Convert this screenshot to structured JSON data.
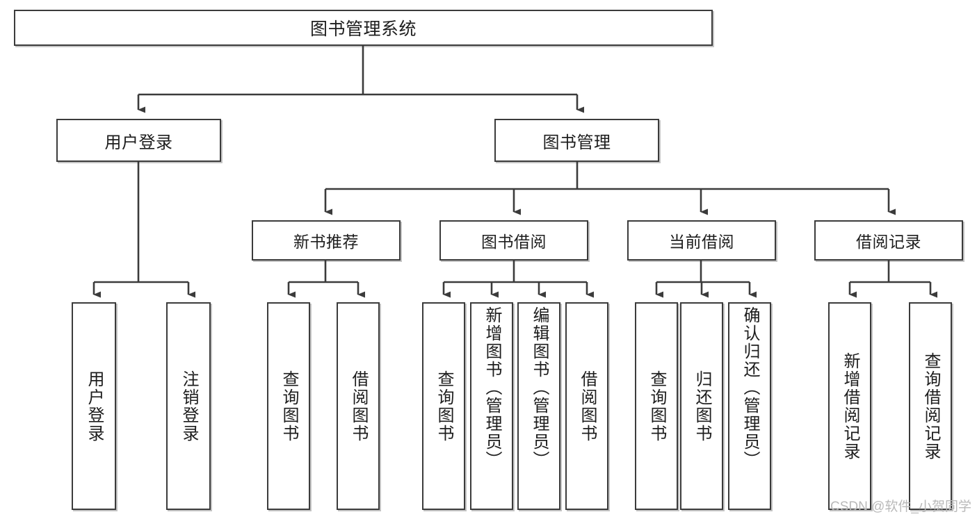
{
  "diagram": {
    "type": "hierarchy-tree",
    "title": "图书管理系统",
    "colors": {
      "box_border": "#3b3b3b",
      "box_fill": "#ffffff",
      "line": "#3b3b3b",
      "background": "#ffffff",
      "watermark": "#b9b9b9"
    },
    "root": {
      "label": "图书管理系统"
    },
    "level2": [
      {
        "label": "用户登录"
      },
      {
        "label": "图书管理"
      }
    ],
    "level3": [
      {
        "label": "新书推荐"
      },
      {
        "label": "图书借阅"
      },
      {
        "label": "当前借阅"
      },
      {
        "label": "借阅记录"
      }
    ],
    "leaves": {
      "user_login": [
        {
          "label": "用户登录"
        },
        {
          "label": "注销登录"
        }
      ],
      "new_book": [
        {
          "label": "查询图书"
        },
        {
          "label": "借阅图书"
        }
      ],
      "book_borrow": [
        {
          "label": "查询图书"
        },
        {
          "label": "新增图书（管理员）"
        },
        {
          "label": "编辑图书（管理员）"
        },
        {
          "label": "借阅图书"
        }
      ],
      "current_borrow": [
        {
          "label": "查询图书"
        },
        {
          "label": "归还图书"
        },
        {
          "label": "确认归还（管理员）"
        }
      ],
      "borrow_record": [
        {
          "label": "新增借阅记录"
        },
        {
          "label": "查询借阅记录"
        }
      ]
    },
    "watermark": "CSDN @软件_小贺同学"
  }
}
